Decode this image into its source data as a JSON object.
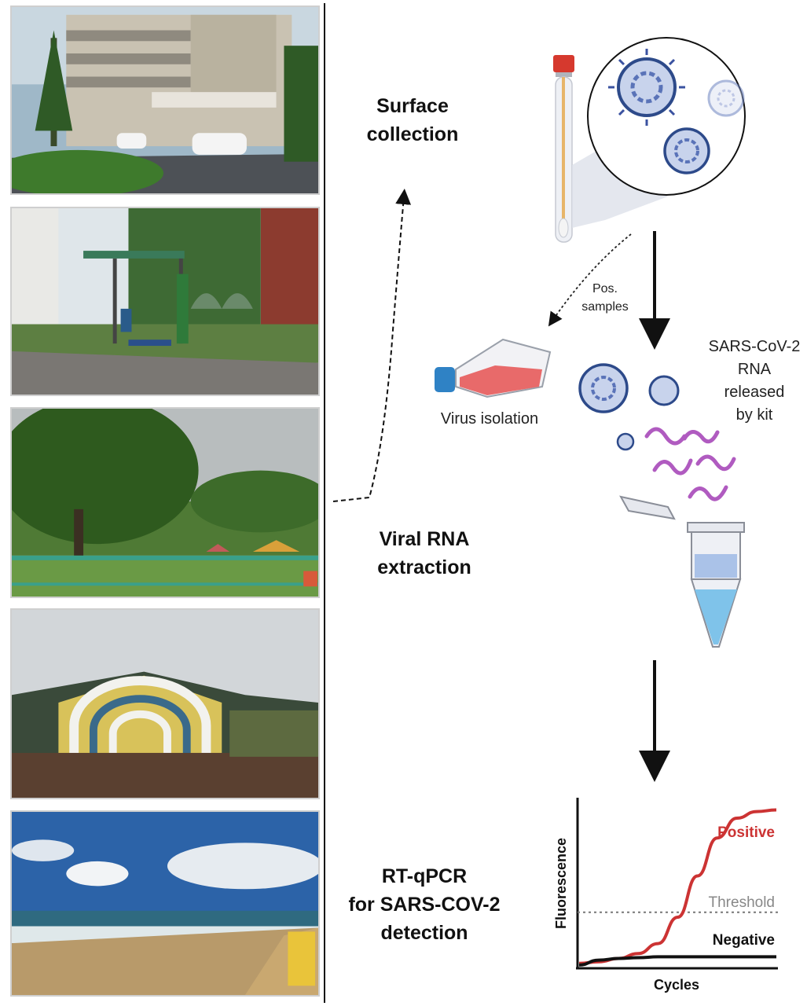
{
  "steps": {
    "surface_collection": "Surface\ncollection",
    "rna_extraction": "Viral RNA\nextraction",
    "rtqpcr": "RT-qPCR\nfor SARS-COV-2\ndetection"
  },
  "labels": {
    "pos_samples": "Pos.\nsamples",
    "rna_released": "SARS-CoV-2\nRNA released\nby kit",
    "virus_isolation": "Virus isolation"
  },
  "chart_data": {
    "type": "line",
    "xlabel": "Cycles",
    "ylabel": "Fluorescence",
    "series": [
      {
        "name": "Positive",
        "color": "#cc3333",
        "values": [
          0.02,
          0.03,
          0.05,
          0.08,
          0.14,
          0.3,
          0.55,
          0.78,
          0.9,
          0.94,
          0.95
        ]
      },
      {
        "name": "Negative",
        "color": "#111111",
        "values": [
          0.01,
          0.04,
          0.05,
          0.055,
          0.06,
          0.06,
          0.06,
          0.06,
          0.06,
          0.06,
          0.06
        ]
      }
    ],
    "threshold_label": "Threshold",
    "threshold": 0.33,
    "ylim": [
      0,
      1
    ]
  }
}
